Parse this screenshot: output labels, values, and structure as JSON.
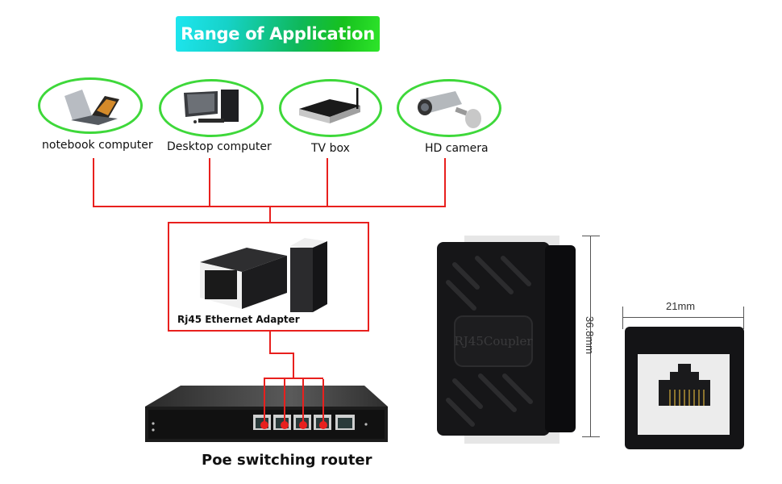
{
  "banner": {
    "title": "Range of Application"
  },
  "devices": [
    {
      "label": "notebook computer",
      "icon": "laptop-icon"
    },
    {
      "label": "Desktop computer",
      "icon": "desktop-computer-icon"
    },
    {
      "label": "TV box",
      "icon": "tv-box-icon"
    },
    {
      "label": "HD camera",
      "icon": "security-camera-icon"
    }
  ],
  "adapter": {
    "label": "Rj45 Ethernet Adapter",
    "emboss": "RJ45Coupler"
  },
  "router": {
    "label": "Poe switching router",
    "poe_ports": 4,
    "extra_ports": 1
  },
  "dimensions": {
    "height": "36.8mm",
    "width": "21mm"
  },
  "colors": {
    "connector_line": "#e8201e",
    "ellipse": "#3ed83a"
  }
}
